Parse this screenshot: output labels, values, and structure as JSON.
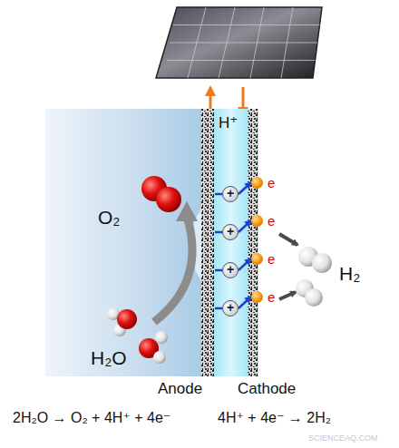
{
  "diagram": {
    "nodes": [
      {
        "text": [
          "+"
        ]
      },
      {
        "text": [
          "+"
        ]
      },
      {
        "text": [
          "+"
        ]
      },
      {
        "text": [
          "+"
        ]
      },
      {
        "text": [
          "e"
        ]
      },
      {
        "text": [
          "e"
        ]
      },
      {
        "text": [
          "e"
        ]
      },
      {
        "text": [
          "e"
        ]
      }
    ],
    "edges": [
      {
        "from": 0,
        "to": 4,
        "arrow": "to"
      },
      {
        "from": 1,
        "to": 5,
        "arrow": "to"
      },
      {
        "from": 2,
        "to": 6,
        "arrow": "to"
      },
      {
        "from": 3,
        "to": 7,
        "arrow": "to"
      }
    ],
    "labels": [
      "H⁺",
      "O₂",
      "H₂O",
      "H₂",
      "Anode",
      "Cathode",
      "2H₂O → O₂ + 4H⁺ + 4e⁻",
      "4H⁺ + 4e⁻ → 2H₂",
      "SCIENCEAQ.COM"
    ]
  }
}
